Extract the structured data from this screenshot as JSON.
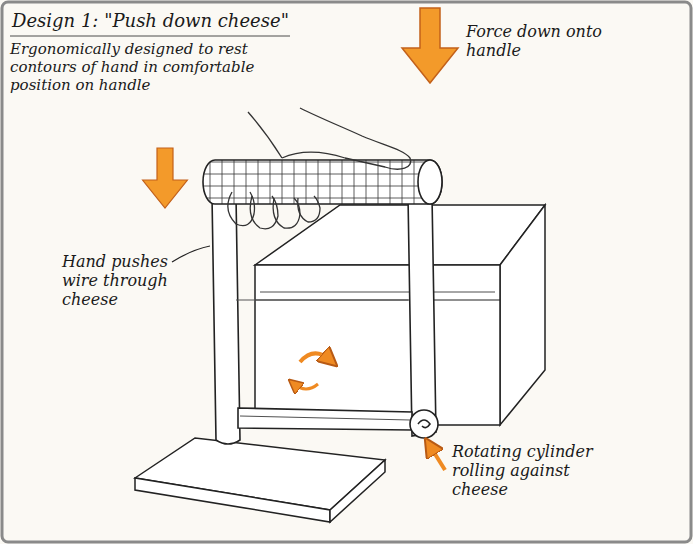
{
  "diagram": {
    "title": "Design 1: \"Push down cheese\"",
    "labels": [
      "Ergonomically designed to rest contours of hand in comfortable position on handle",
      "Force down onto handle",
      "Hand pushes wire through cheese",
      "Rotating cylinder rolling against cheese"
    ]
  }
}
